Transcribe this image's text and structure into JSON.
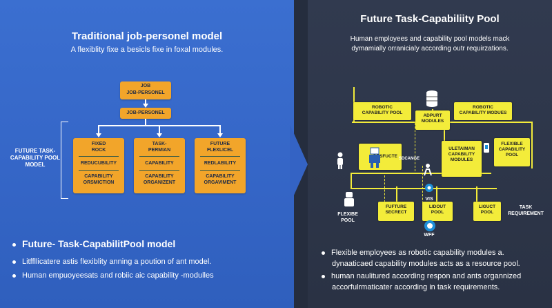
{
  "left": {
    "title": "Traditional job-personel model",
    "subtitle": "A flexiblity fixe a besicls fixe in foxal modules.",
    "top_box": [
      "JOB",
      "JOB-PERSONEL"
    ],
    "mid_box": "JOB-PERSONEL",
    "columns": [
      {
        "top": [
          "FIXED",
          "ROCK"
        ],
        "mid": "REDUCUBILITY",
        "bottom": [
          "CAPABILITY",
          "ORSMICTION"
        ]
      },
      {
        "top": [
          "TASK-",
          "PERMIAN"
        ],
        "mid": "CAPABILITY",
        "bottom": [
          "CAPABILITY",
          "ORGANIZENT"
        ]
      },
      {
        "top": [
          "FUTURE",
          "FLEXLICEL"
        ],
        "mid": "REDLABILITY",
        "bottom": [
          "CAPABILITY",
          "ORGAVIMENT"
        ]
      }
    ],
    "side_label": [
      "FUTURE TASK-",
      "CAPABILITY POOL",
      "MODEL"
    ],
    "section_title": "Future- Task-CapabilitPool model",
    "bullets": [
      "Litffllicatere astis flexiblity anning a poution of ant model.",
      "Human empuoyeesats and robiic aic capability -modulles"
    ]
  },
  "right": {
    "title": "Future Task-Capabiliity Pool",
    "subtitle": [
      "Human employees and capability pool models mack",
      "dymamially orranicialy according outr requirzations."
    ],
    "boxes": {
      "robotic_pool": [
        "ROBOTIC",
        "CAPABILITY POOL"
      ],
      "adpurt": [
        "ADPURT",
        "MODULES"
      ],
      "robotic_modues": [
        "ROBOTIC",
        "CAPABILITY MODUES"
      ],
      "desfucte": "DESFUCTE",
      "ultaiman": [
        "ULETAIMAN",
        "CAPABILITY",
        "MODULES"
      ],
      "flexible_pool": [
        "FLEXIBLE",
        "CAPABILITY",
        "POOL"
      ],
      "future_secrect": [
        "FUFTURE",
        "SECRECT"
      ],
      "lidout": [
        "LIDOUT",
        "POOL"
      ],
      "liguct": [
        "LIGUCT",
        "POOL"
      ]
    },
    "labels": {
      "sdcange": "SDCANGE",
      "vis": "VIS",
      "wff": "WFF",
      "flexibe_pool": [
        "FLEXIBE",
        "POOL"
      ],
      "task_req": [
        "TASK",
        "REQUIREMENT"
      ]
    },
    "bullets": [
      "Flexible employees as robotic capability modules a.",
      "dynaaticaed capability modules acts  as a resource pool.",
      "human naulitured according respon and ants organnized",
      "accorfulrmaticater according in task requirements."
    ]
  },
  "colors": {
    "left_bg": "#3566c7",
    "right_bg": "#2a3244",
    "orange": "#f2a52a",
    "yellow": "#f3ec3a"
  }
}
